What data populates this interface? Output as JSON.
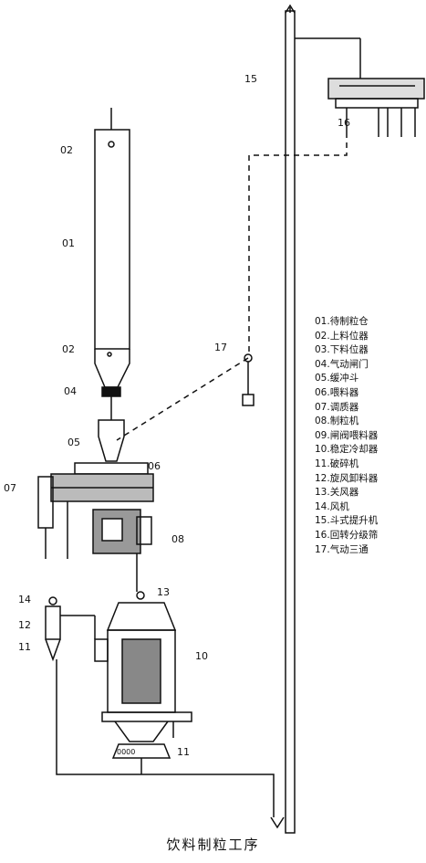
{
  "callouts": {
    "c01": "01",
    "c02": "02",
    "c02b": "02",
    "c04": "04",
    "c05": "05",
    "c06": "06",
    "c07": "07",
    "c08": "08",
    "c10": "10",
    "c11": "11",
    "c12": "12",
    "c13": "13",
    "c14": "14",
    "c15": "15",
    "c16": "16",
    "c17": "17",
    "c0000": "0000"
  },
  "legend": [
    "01.待制粒仓",
    "02.上料位器",
    "03.下料位器",
    "04.气动闸门",
    "05.缓冲斗",
    "06.喂料器",
    "07.调质器",
    "08.制粒机",
    "09.闸阀喂料器",
    "10.稳定冷却器",
    "11.破碎机",
    "12.旋风卸料器",
    "13.关风器",
    "14.风机",
    "15.斗式提升机",
    "16.回转分级筛",
    "17.气动三通"
  ],
  "caption": "饮料制粒工序"
}
